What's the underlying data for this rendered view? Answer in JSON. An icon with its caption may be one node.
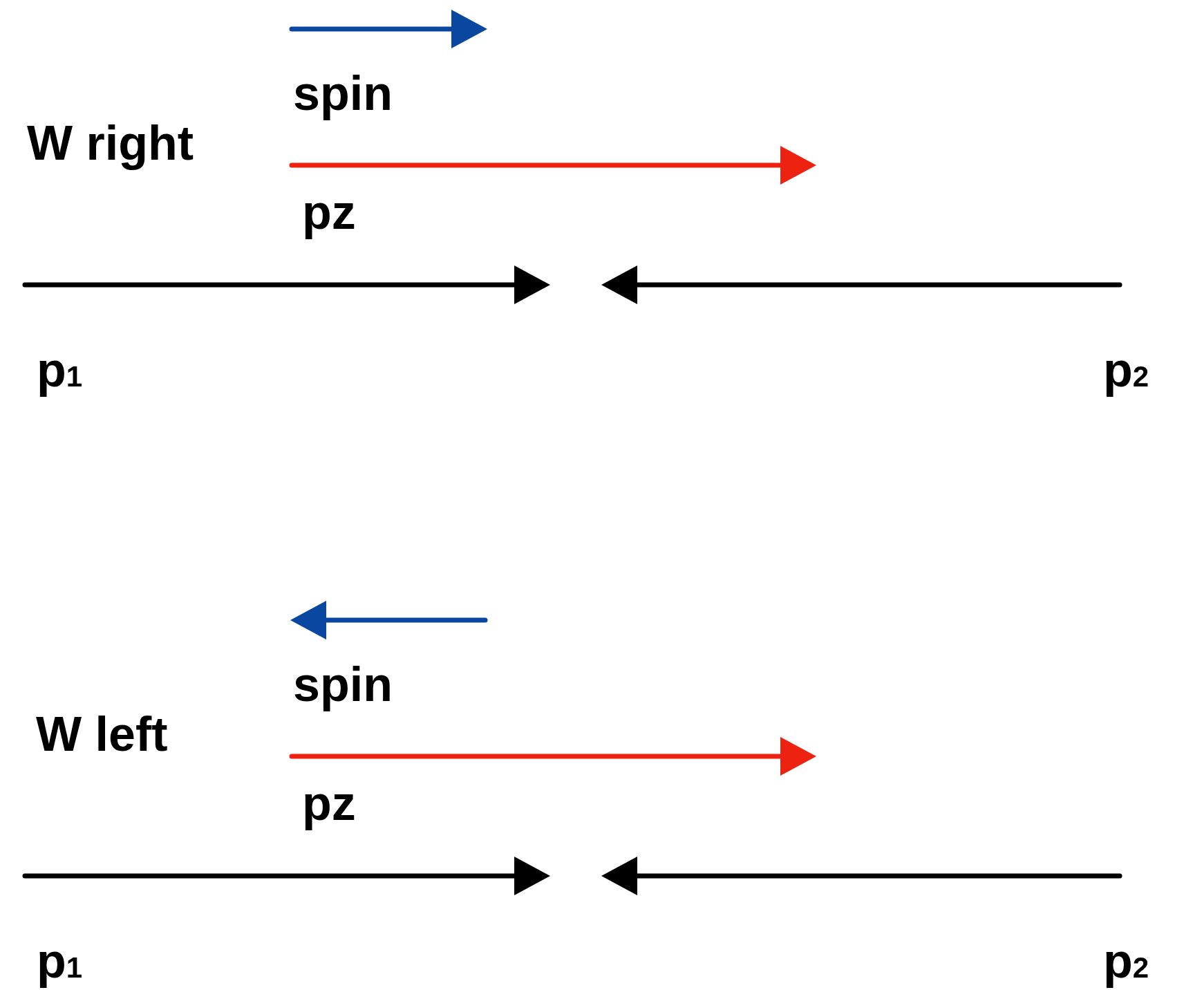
{
  "diagram": {
    "labels": [
      "spin",
      "W right",
      "pz",
      "p$_{1}$",
      "p$_{2}$",
      "spin",
      "W left",
      "pz",
      "p$_{1}$",
      "p$_{2}$"
    ]
  }
}
